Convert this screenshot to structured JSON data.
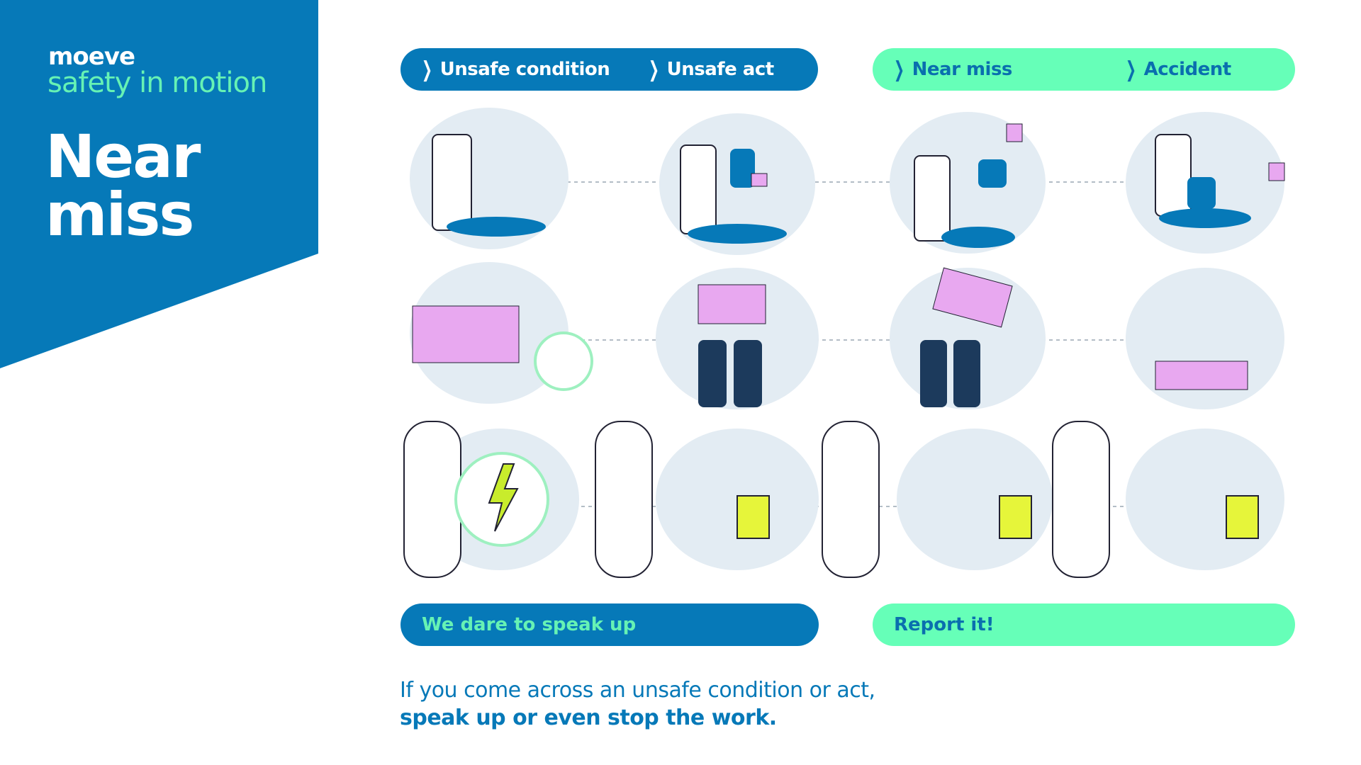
{
  "brand": {
    "logo": "moeve",
    "tagline": "safety in motion",
    "title_line1": "Near",
    "title_line2": "miss"
  },
  "stages_left": [
    "Unsafe condition",
    "Unsafe act"
  ],
  "stages_right": [
    "Near miss",
    "Accident"
  ],
  "action_left": "We dare to speak up",
  "action_right": "Report it!",
  "message": {
    "line1": "If you come across an unsafe condition or act,",
    "line2": "speak up or even stop the work."
  },
  "colors": {
    "blue": "#0679b8",
    "green": "#66ffb8",
    "blob": "#e3ecf3",
    "pink": "#e8a8f0"
  }
}
